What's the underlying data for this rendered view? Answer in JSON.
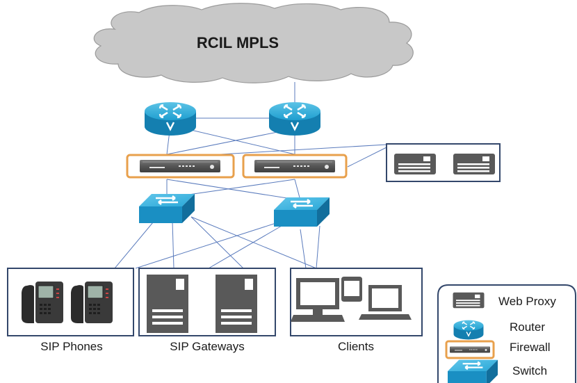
{
  "cloud": {
    "label": "RCIL MPLS"
  },
  "groups": {
    "sip_phones": "SIP Phones",
    "sip_gateways": "SIP Gateways",
    "clients": "Clients"
  },
  "legend": {
    "web_proxy": "Web Proxy",
    "router": "Router",
    "firewall": "Firewall",
    "switch": "Switch"
  },
  "colors": {
    "cloud": "#c8c8c8",
    "device_blue": "#1a98c9",
    "firewall_border": "#e8a04c",
    "group_border": "#33476b",
    "server_gray": "#595959",
    "link": "#4f73b4"
  }
}
